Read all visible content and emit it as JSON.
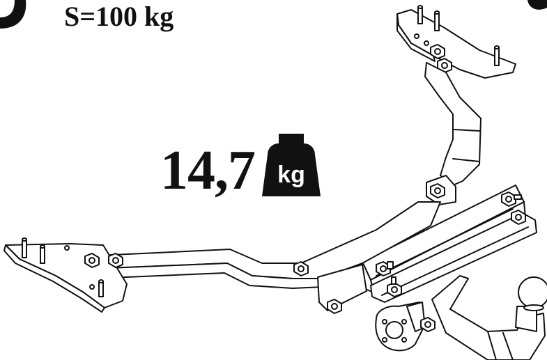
{
  "vertical_load_label": "S=100 kg",
  "weight_value": "14,7",
  "weight_icon": {
    "name": "weight-icon",
    "text": "kg"
  },
  "colors": {
    "ink": "#111111",
    "background": "#ffffff"
  }
}
